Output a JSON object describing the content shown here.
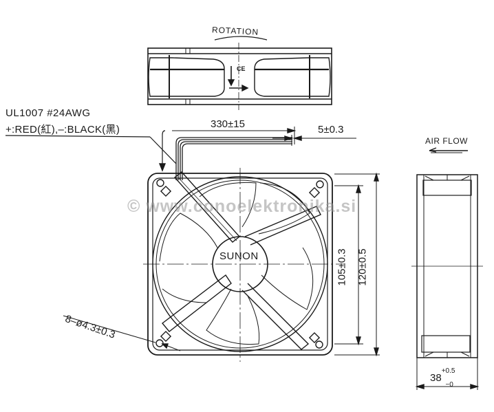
{
  "drawing": {
    "title": "SUNON 120x120x38 fan outline drawing",
    "top_view": {
      "rotation_label": "ROTATION",
      "ce_mark": "CE"
    },
    "wire_spec": {
      "line1": "UL1007  #24AWG",
      "line2": "+:RED(紅),–:BLACK(黑)"
    },
    "dimensions": {
      "lead_length": "330±15",
      "strip_length": "5±0.3",
      "hole_pitch": "105±0.3",
      "frame_size": "120±0.5",
      "mounting_holes": "8–ø4.3±0.3",
      "depth_value": "38",
      "depth_tol_plus": "+0.5",
      "depth_tol_minus": "−0"
    },
    "front_view": {
      "hub_label": "SUNON"
    },
    "side_view": {
      "airflow_label": "AIR FLOW"
    },
    "watermark": "© www.conoelektronika.si",
    "colors": {
      "line": "#1a1a1a",
      "background": "#ffffff",
      "watermark": "#9a9a9a"
    }
  }
}
